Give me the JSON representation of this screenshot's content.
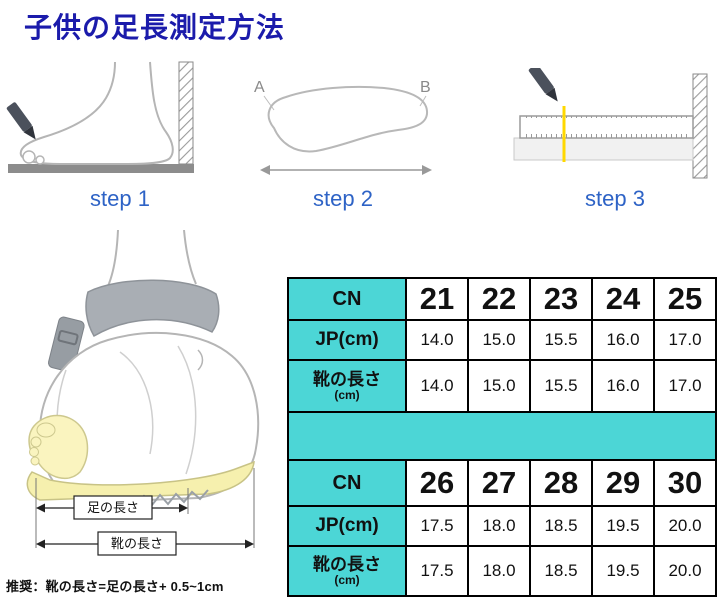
{
  "title": "子供の足長測定方法",
  "steps": [
    {
      "label": "step 1"
    },
    {
      "label": "step 2"
    },
    {
      "label": "step 3"
    }
  ],
  "step2_markers": {
    "a": "A",
    "b": "B"
  },
  "illustration": {
    "foot_length_label": "足の長さ",
    "shoe_length_label": "靴の長さ",
    "recommendation": "推奨：靴の長さ=足の長さ+ 0.5~1cm"
  },
  "size_table": {
    "row_labels": {
      "cn": "CN",
      "jp": "JP(cm)",
      "shoe": "靴の長さ",
      "shoe_unit": "(cm)"
    },
    "groups": [
      {
        "cn": [
          "21",
          "22",
          "23",
          "24",
          "25"
        ],
        "jp": [
          "14.0",
          "15.0",
          "15.5",
          "16.0",
          "17.0"
        ],
        "shoe": [
          "14.0",
          "15.0",
          "15.5",
          "16.0",
          "17.0"
        ]
      },
      {
        "cn": [
          "26",
          "27",
          "28",
          "29",
          "30"
        ],
        "jp": [
          "17.5",
          "18.0",
          "18.5",
          "19.5",
          "20.0"
        ],
        "shoe": [
          "17.5",
          "18.0",
          "18.5",
          "19.5",
          "20.0"
        ]
      }
    ]
  }
}
